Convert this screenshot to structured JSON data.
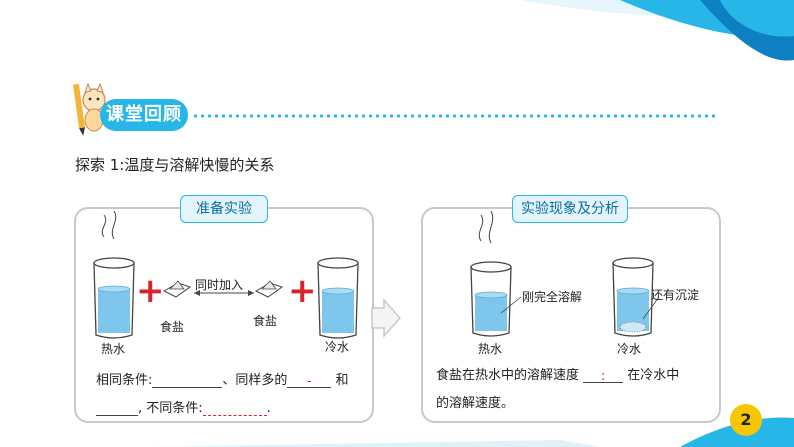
{
  "header": {
    "section_title": "课堂回顾"
  },
  "subtitle": "探索 1:温度与溶解快慢的关系",
  "left_panel": {
    "tag": "准备实验",
    "hot_water_label": "热水",
    "cold_water_label": "冷水",
    "salt_left_label": "食盐",
    "salt_right_label": "食盐",
    "arrow_label": "同时加入",
    "same_conditions_prefix": "相同条件:",
    "same_conditions_sep": "、同样多的",
    "same_conditions_red": "-",
    "same_conditions_and": "和",
    "diff_conditions_prefix": "不同条件:"
  },
  "right_panel": {
    "tag": "实验现象及分析",
    "hot_result": "刚完全溶解",
    "cold_result": "还有沉淀",
    "hot_label": "热水",
    "cold_label": "冷水",
    "conclusion_part1": "食盐在热水中的溶解速度",
    "conclusion_red": ":",
    "conclusion_part2": "在冷水中",
    "conclusion_line2": "的溶解速度。"
  },
  "page_number": "2",
  "colors": {
    "accent": "#27b6e8",
    "water": "#7fc6ec",
    "red": "#d8232a",
    "badge": "#f6c600"
  }
}
